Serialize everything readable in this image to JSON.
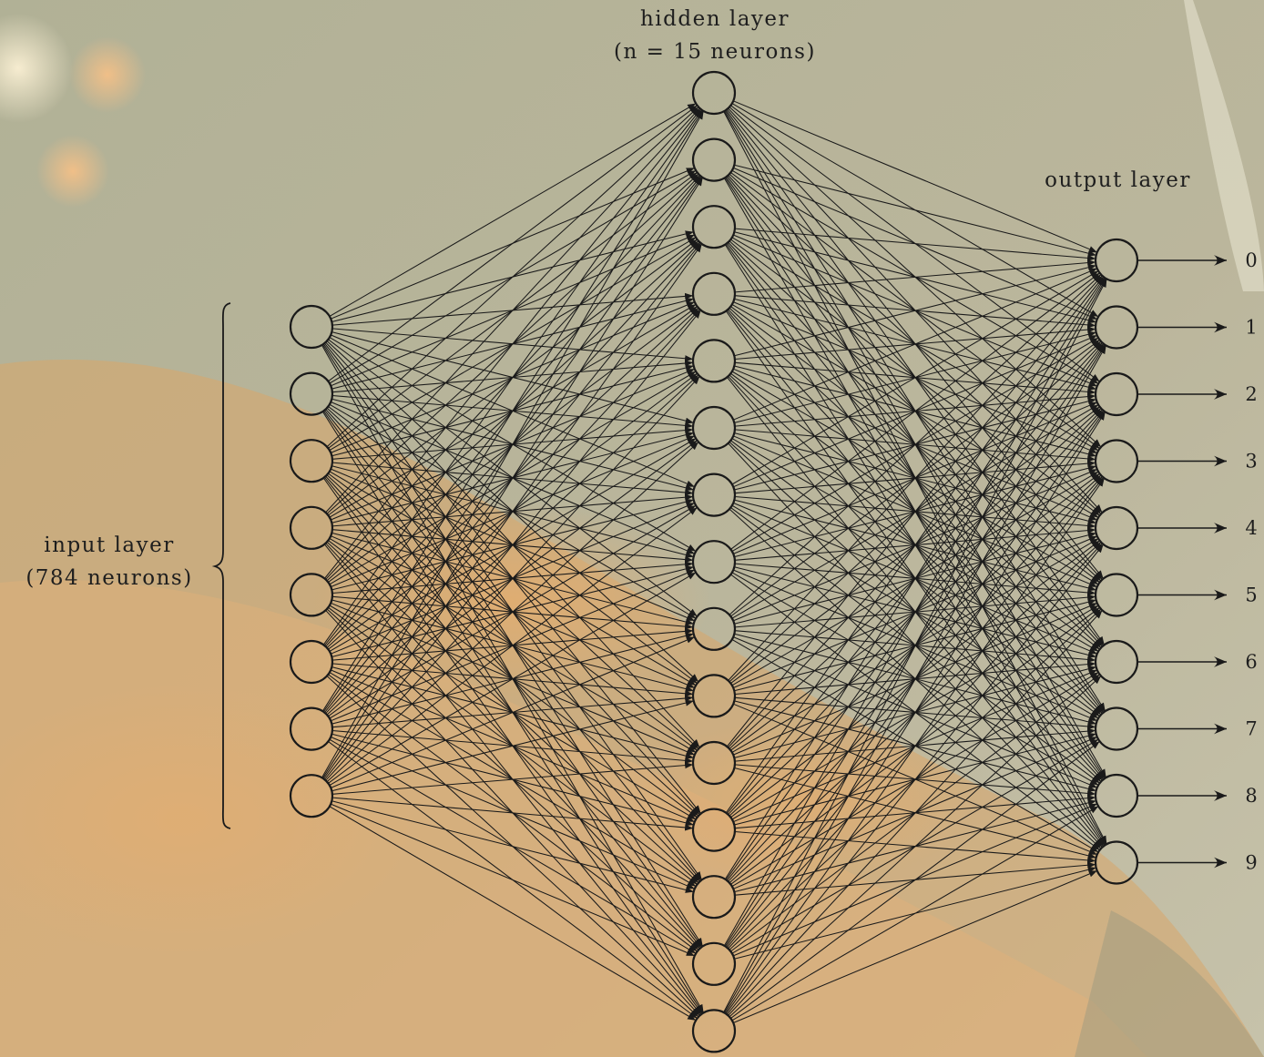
{
  "diagram": {
    "hidden_layer": {
      "title": "hidden layer",
      "subtitle": "(n = 15 neurons)",
      "neuron_count": 15
    },
    "input_layer": {
      "title": "input layer",
      "subtitle": "(784 neurons)",
      "drawn_neuron_count": 8
    },
    "output_layer": {
      "title": "output layer",
      "outputs": [
        "0",
        "1",
        "2",
        "3",
        "4",
        "5",
        "6",
        "7",
        "8",
        "9"
      ]
    }
  },
  "colors": {
    "line": "#1a1a1a",
    "background": "#b7b39a",
    "glow": "#e3a965"
  }
}
